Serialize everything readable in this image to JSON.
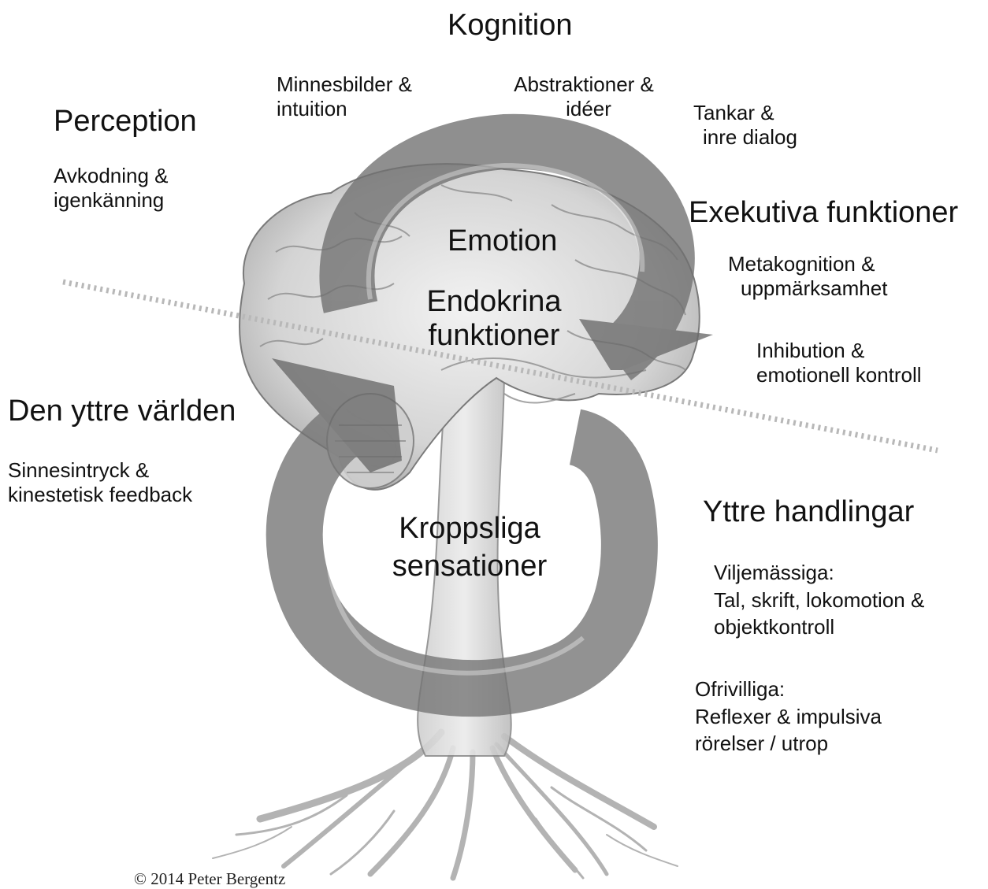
{
  "colors": {
    "text": "#111111",
    "loop": "#6f6f6f",
    "dotted_line": "#b8b8b8",
    "brain": "#d8d8d8"
  },
  "illustration": {
    "description_icons": [
      "brain-illustration",
      "tree-roots-illustration",
      "figure-eight-arrow-loop"
    ]
  },
  "labels": {
    "kognition": "Kognition",
    "minnesbilder": [
      "Minnesbilder &",
      "intuition"
    ],
    "abstraktioner": [
      "Abstraktioner &",
      "idéer"
    ],
    "tankar": [
      "Tankar &",
      "inre dialog"
    ],
    "perception": "Perception",
    "avkodning": [
      "Avkodning &",
      "igenkänning"
    ],
    "exekutiva": "Exekutiva funktioner",
    "metakognition": [
      "Metakognition &",
      "uppmärksamhet"
    ],
    "inhibution": [
      "Inhibution &",
      "emotionell kontroll"
    ],
    "emotion": "Emotion",
    "endokrina": [
      "Endokrina",
      "funktioner"
    ],
    "yttre_varlden": "Den yttre världen",
    "sinnesintryck": [
      "Sinnesintryck &",
      "kinestetisk feedback"
    ],
    "kroppsliga": [
      "Kroppsliga",
      "sensationer"
    ],
    "yttre_handlingar": "Yttre handlingar",
    "viljemassiga": [
      "Viljemässiga:",
      "Tal, skrift, lokomotion &",
      "objektkontroll"
    ],
    "ofrivilliga": [
      "Ofrivilliga:",
      "Reflexer & impulsiva",
      "rörelser / utrop"
    ],
    "copyright": "© 2014 Peter Bergentz"
  }
}
